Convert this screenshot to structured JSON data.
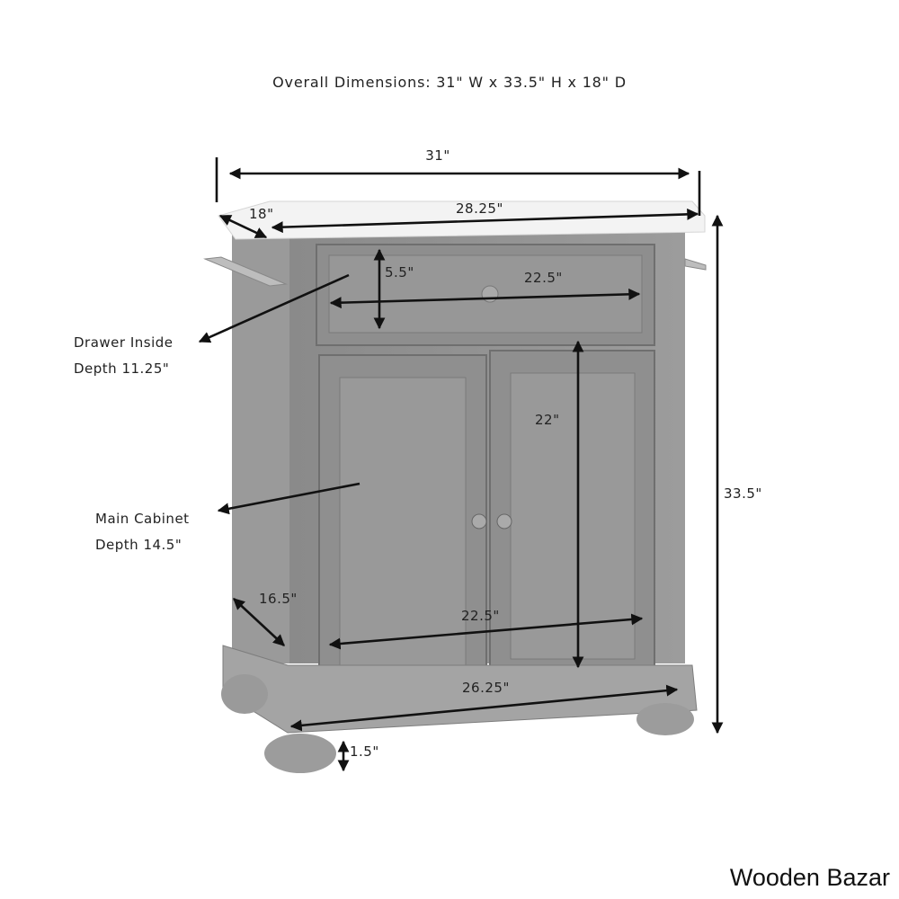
{
  "title": "Overall Dimensions: 31\" W x 33.5\" H x 18\" D",
  "dimensions": {
    "overall_width": "31\"",
    "top_depth": "18\"",
    "top_width": "28.25\"",
    "drawer_height": "5.5\"",
    "drawer_width": "22.5\"",
    "door_height": "22\"",
    "overall_height": "33.5\"",
    "side_depth": "16.5\"",
    "cabinet_width": "22.5\"",
    "base_width": "26.25\"",
    "foot_height": "1.5\""
  },
  "callouts": {
    "drawer_line1": "Drawer Inside",
    "drawer_line2": "Depth 11.25\"",
    "cabinet_line1": "Main Cabinet",
    "cabinet_line2": "Depth 14.5\""
  },
  "brand": "Wooden Bazar"
}
